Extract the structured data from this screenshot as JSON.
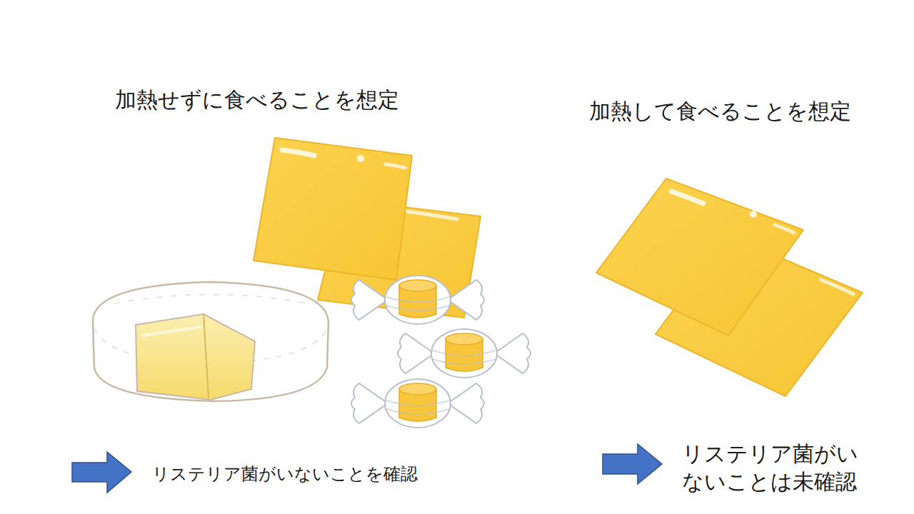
{
  "diagram": {
    "labels": [
      "加熱せずに食べることを想定",
      "加熱して食べることを想定",
      "リステリア菌がいないことを確認",
      "リステリア菌がいないことは未確認"
    ]
  }
}
